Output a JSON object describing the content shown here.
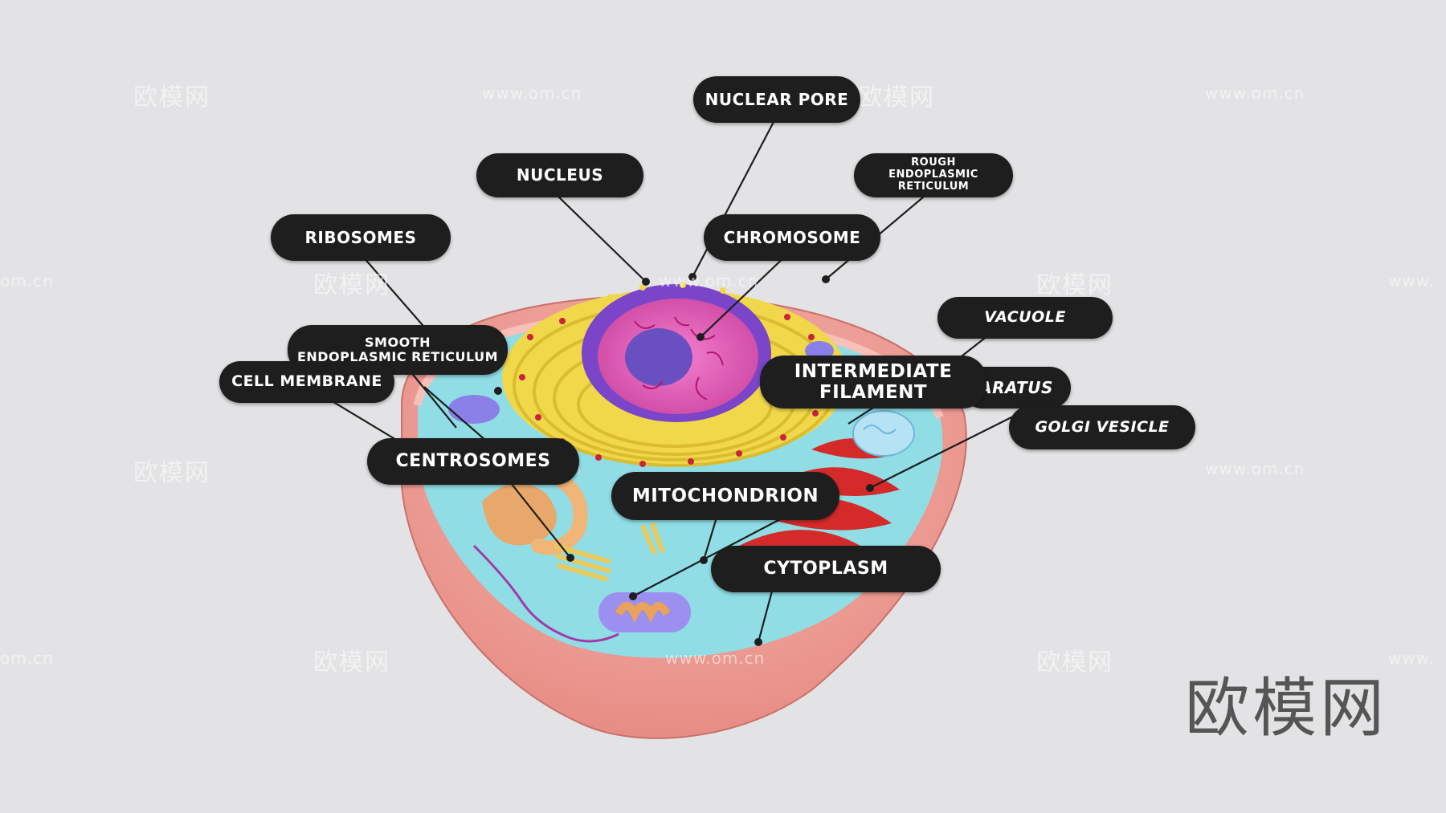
{
  "labels": {
    "nuclear_pore": "NUCLEAR PORE",
    "nucleus": "NUCLEUS",
    "rough_er": "ROUGH\nENDOPLASMIC RETICULUM",
    "ribosomes": "RIBOSOMES",
    "chromosome": "CHROMOSOME",
    "vacuole": "VACUOLE",
    "smooth_er": "SMOOTH\nENDOPLASMIC RETICULUM",
    "cell_membrane": "CELL MEMBRANE",
    "intermediate_filament": "INTERMEDIATE\nFILAMENT",
    "golgi_apparatus": "ARATUS",
    "golgi_vesicle": "GOLGI VESICLE",
    "centrosomes": "CENTROSOMES",
    "mitochondrion": "MITOCHONDRION",
    "cytoplasm": "CYTOPLASM"
  },
  "watermark": {
    "chinese": "欧模网",
    "url": "www.om.cn",
    "url_partial": "om.cn",
    "url_partial_right": "www."
  },
  "colors": {
    "background": "#e3e3e5",
    "label_bg": "#1e1e1e",
    "membrane": "#f2a49c",
    "cytoplasm": "#90dde6",
    "er": "#f1d84a",
    "nuclear_envelope": "#7a45c9",
    "nucleoplasm": "#e860b8",
    "nucleolus": "#6a4fc0",
    "golgi": "#d42a2a",
    "mito": "#9b8ff0"
  }
}
